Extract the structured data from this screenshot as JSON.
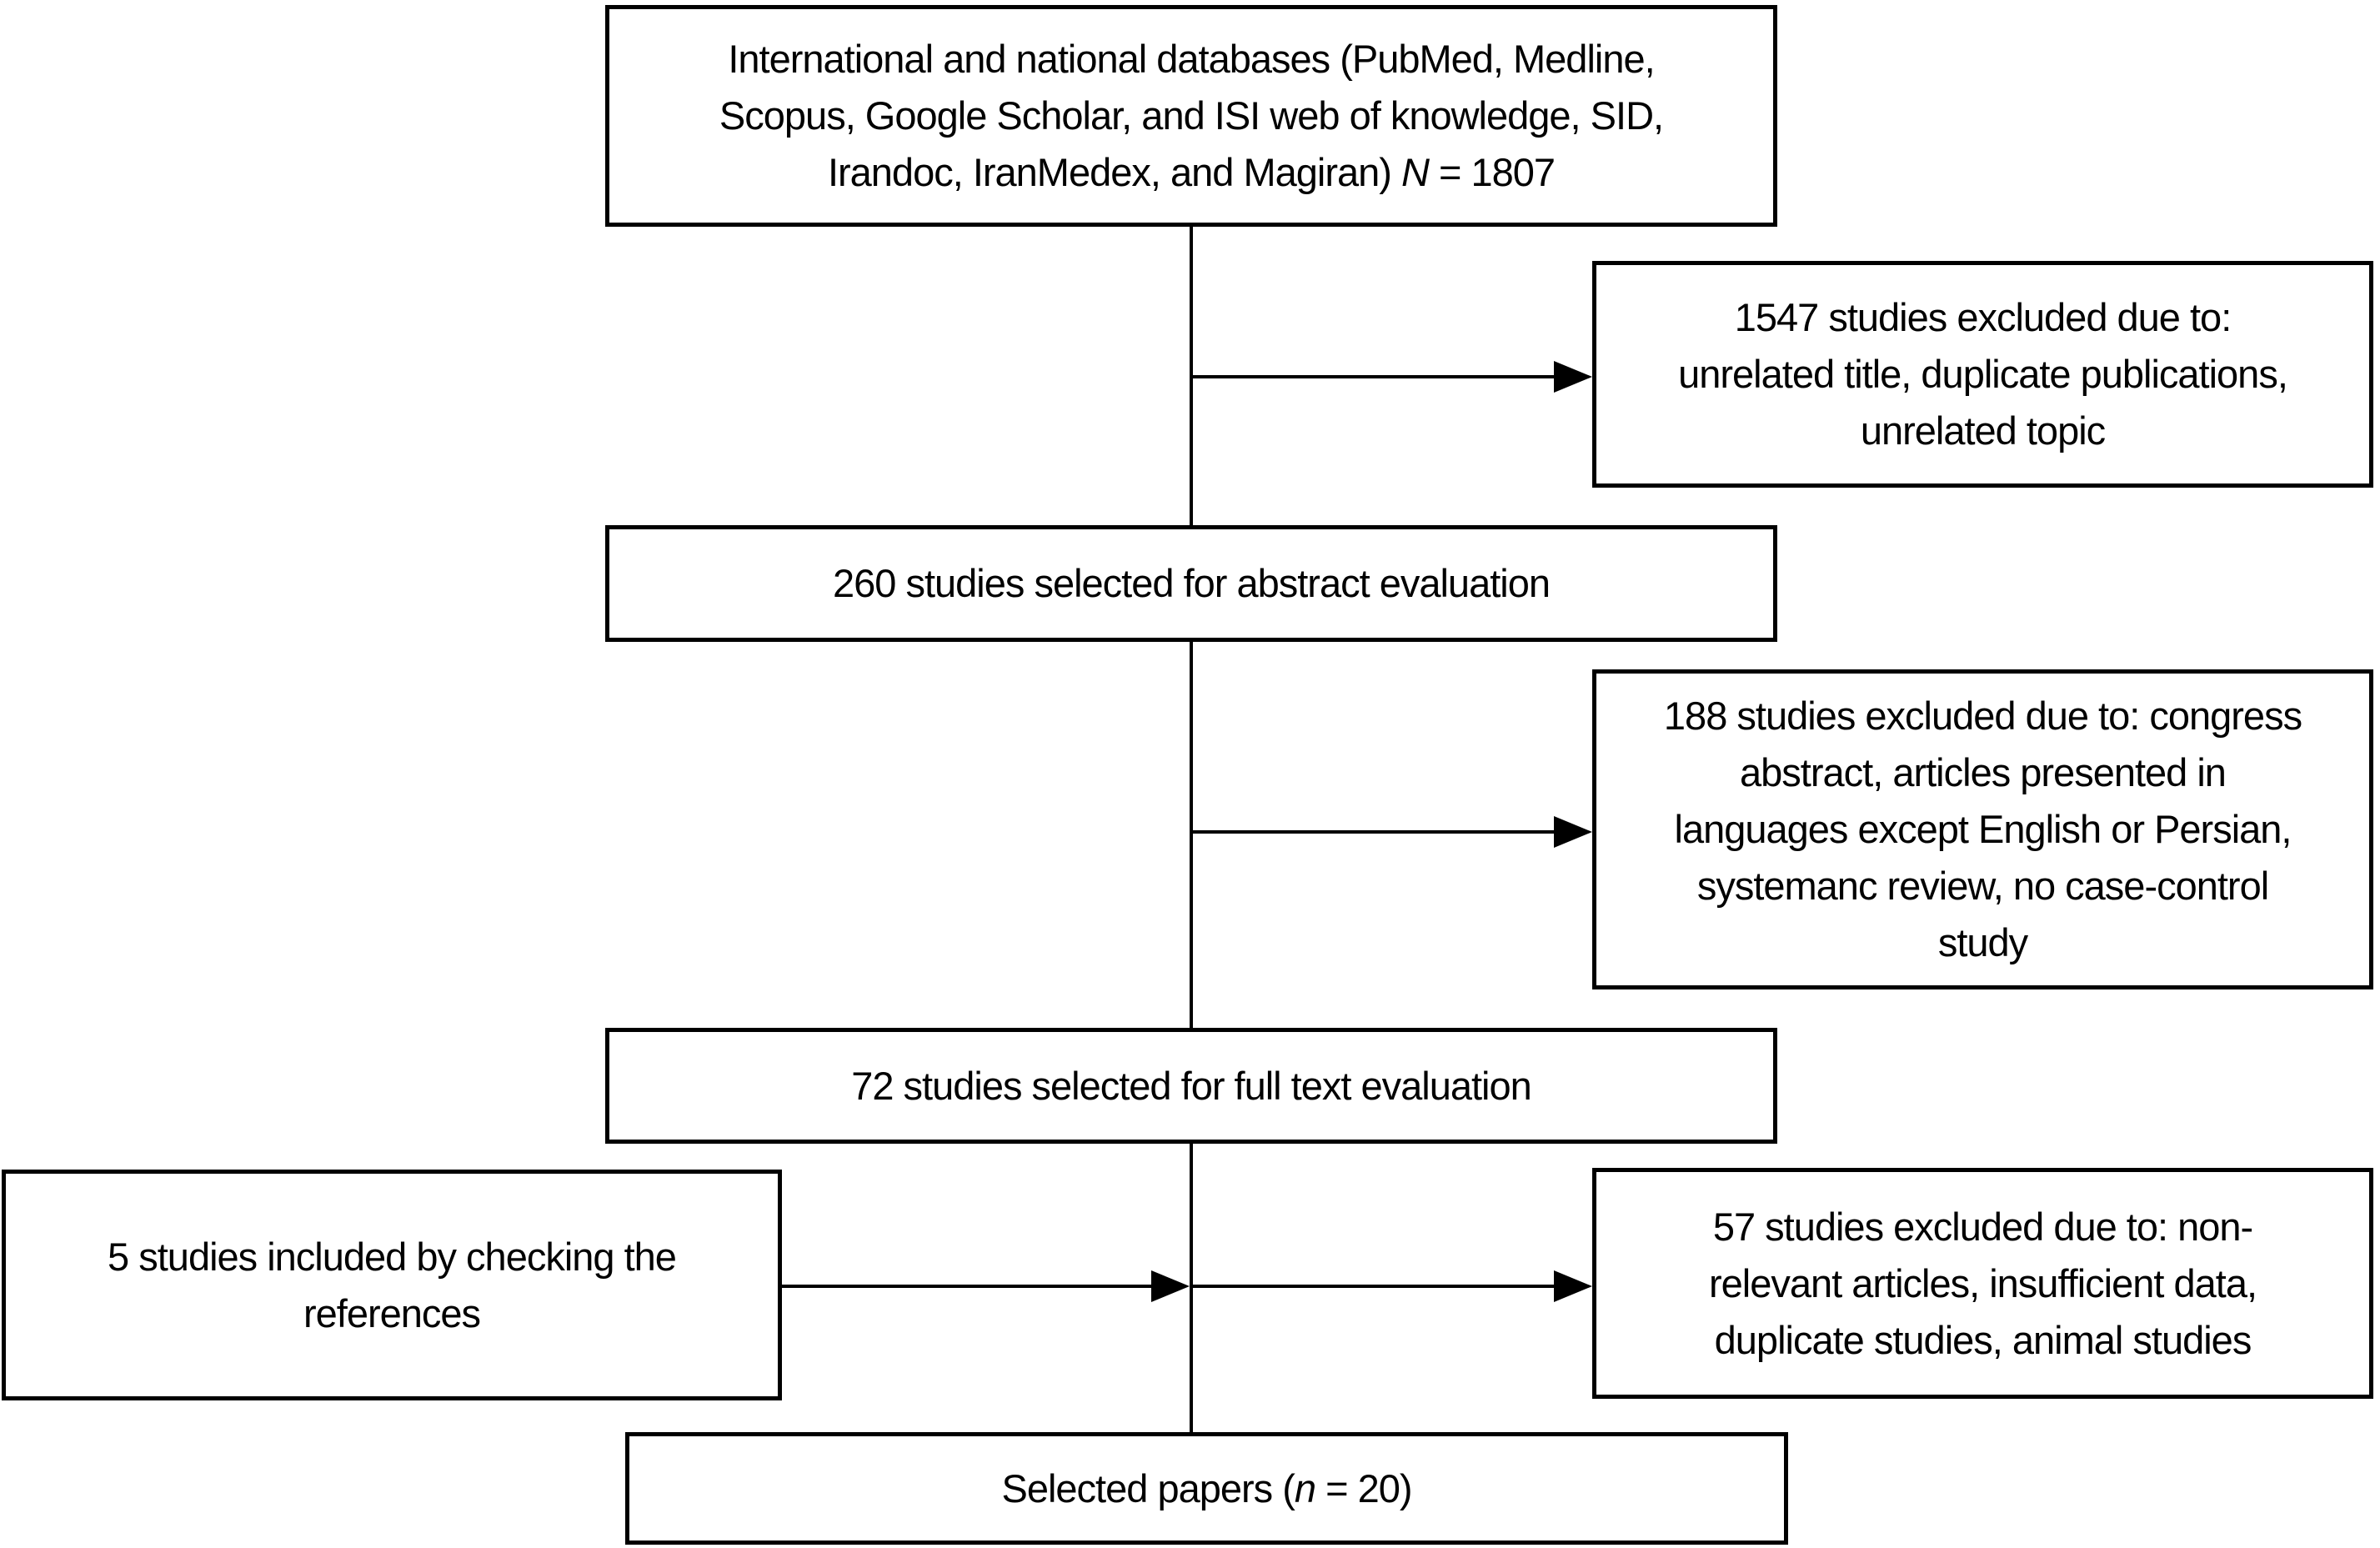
{
  "flowchart": {
    "description": "Study selection flow diagram",
    "colors": {
      "line": "#000000",
      "background": "#ffffff",
      "text": "#000000"
    },
    "boxes": {
      "sources": {
        "lines": [
          "International and national databases (PubMed, Medline,",
          "Scopus, Google Scholar, and ISI web of knowledge, SID,"
        ],
        "line3_pre": "Irandoc, IranMedex, and Magiran) ",
        "line3_n": "N",
        "line3_post": " = 1807"
      },
      "excluded_title_screen": {
        "lines": [
          "1547 studies excluded due to:",
          "unrelated title, duplicate publications,",
          "unrelated topic"
        ]
      },
      "abstract_evaluation": {
        "lines": [
          "260 studies selected for abstract evaluation"
        ]
      },
      "excluded_abstract_screen": {
        "lines": [
          "188 studies excluded due to: congress",
          "abstract, articles presented in",
          "languages except English or Persian,",
          "systemanc review, no case-control",
          "study"
        ]
      },
      "fulltext_evaluation": {
        "lines": [
          "72 studies selected for full text evaluation"
        ]
      },
      "reference_checking": {
        "lines": [
          "5 studies included by checking the",
          "references"
        ]
      },
      "excluded_fulltext_screen": {
        "lines": [
          "57 studies excluded due to: non-",
          "relevant articles, insufficient data,",
          "duplicate studies, animal studies"
        ]
      },
      "selected_papers": {
        "pre": "Selected papers (",
        "n_italic": "n",
        "post": " = 20)"
      }
    }
  }
}
